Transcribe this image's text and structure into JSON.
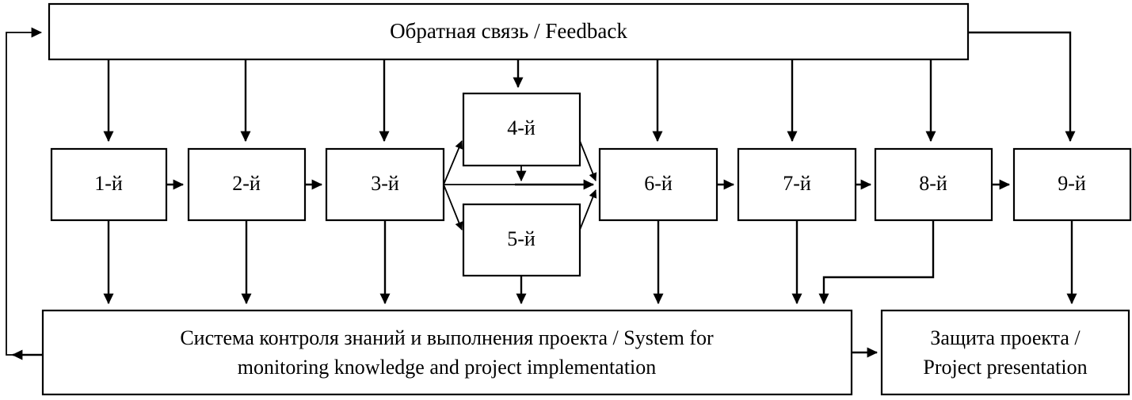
{
  "diagram": {
    "title": "Educational project process flow diagram",
    "colors": {
      "line": "#000000",
      "box_fill": "#ffffff",
      "text": "#000000"
    },
    "feedback": {
      "name": "feedback-box",
      "label": "Обратная связь / Feedback"
    },
    "stages": [
      {
        "id": "1",
        "label": "1-й"
      },
      {
        "id": "2",
        "label": "2-й"
      },
      {
        "id": "3",
        "label": "3-й"
      },
      {
        "id": "4",
        "label": "4-й"
      },
      {
        "id": "5",
        "label": "5-й"
      },
      {
        "id": "6",
        "label": "6-й"
      },
      {
        "id": "7",
        "label": "7-й"
      },
      {
        "id": "8",
        "label": "8-й"
      },
      {
        "id": "9",
        "label": "9-й"
      }
    ],
    "system": {
      "name": "monitoring-system-box",
      "line1": "Система контроля знаний и выполнения проекта / System for",
      "line2": "monitoring knowledge and project implementation"
    },
    "presentation": {
      "name": "project-presentation-box",
      "line1": "Защита проекта /",
      "line2": "Project presentation"
    }
  }
}
